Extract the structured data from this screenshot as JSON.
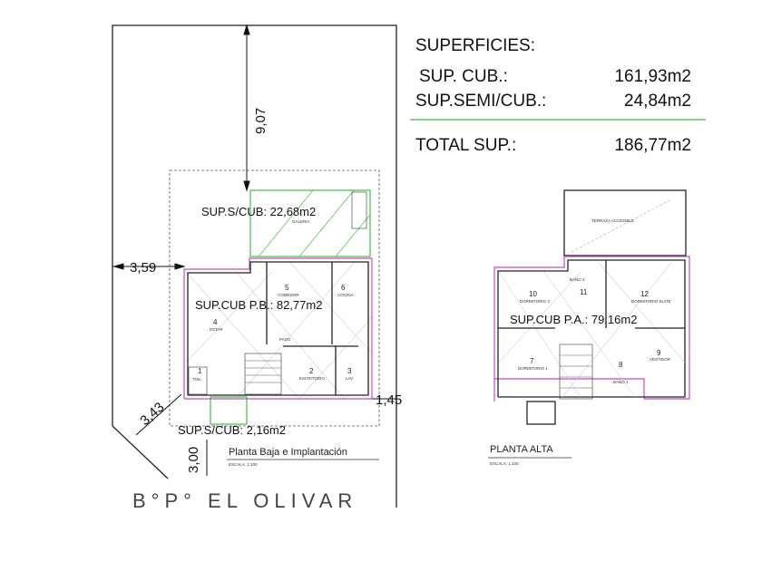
{
  "summary": {
    "heading": "SUPERFICIES:",
    "rows": [
      {
        "label": "SUP. CUB.:",
        "value": "161,93m2"
      },
      {
        "label": "SUP.SEMI/CUB.:",
        "value": "24,84m2"
      }
    ],
    "total_label": "TOTAL SUP.:",
    "total_value": "186,77m2"
  },
  "ground_floor": {
    "title": "Planta Baja e Implantación",
    "scale": "ESCALA: 1:100",
    "area_covered": "SUP.CUB P.B.: 82,77m2",
    "area_semi_top": "SUP.S/CUB: 22,68m2",
    "area_semi_bottom": "SUP.S/CUB: 2,16m2",
    "dimensions": {
      "top": "9,07",
      "left": "3,59",
      "right": "1,45",
      "diag": "3,43",
      "bottom": "3,00"
    },
    "rooms": [
      {
        "num": "1",
        "name": "TOIL"
      },
      {
        "num": "2",
        "name": "ESCRITORIO"
      },
      {
        "num": "3",
        "name": "LAV."
      },
      {
        "num": "4",
        "name": "ESTAR"
      },
      {
        "num": "5",
        "name": "COMEDOR"
      },
      {
        "num": "6",
        "name": "COCINA"
      }
    ],
    "galeria": "GALERIA",
    "paso": "PASO"
  },
  "upper_floor": {
    "title": "PLANTA ALTA",
    "scale": "ESCALA: 1:100",
    "area_covered": "SUP.CUB P.A.: 79,16m2",
    "terrace": "TERRAZA ACCESIBLE",
    "rooms": [
      {
        "num": "7",
        "name": "DORMITORIO 1"
      },
      {
        "num": "8",
        "name": "BAÑO 1"
      },
      {
        "num": "9",
        "name": "VESTIDOR"
      },
      {
        "num": "10",
        "name": "DORMITORIO 2"
      },
      {
        "num": "11",
        "name": "BAÑO 2"
      },
      {
        "num": "12",
        "name": "DORMITORIO SUITE"
      }
    ]
  },
  "brand": "B°P° EL OLIVAR"
}
